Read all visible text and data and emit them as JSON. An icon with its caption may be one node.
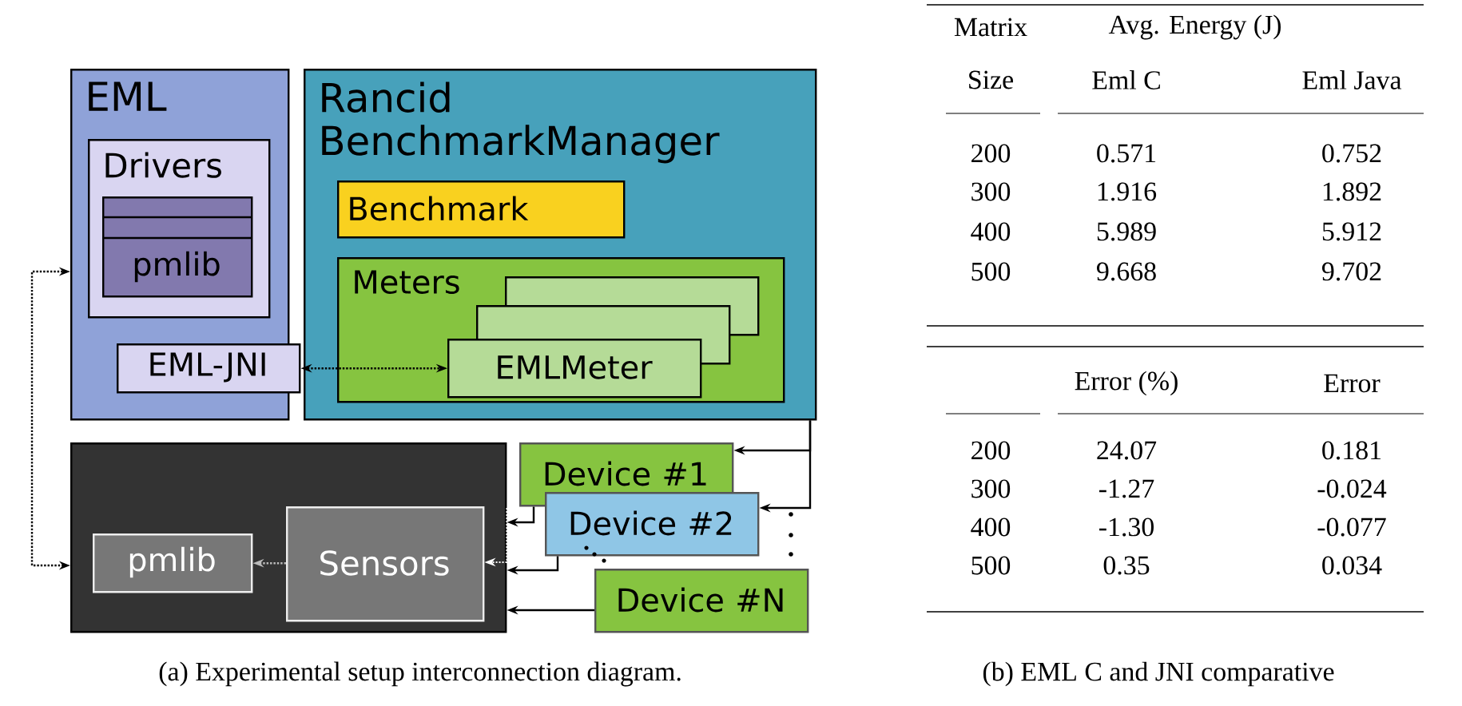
{
  "diagram": {
    "caption": "(a) Experimental setup interconnection diagram.",
    "nodes": [
      {
        "text": [
          "EML"
        ]
      },
      {
        "text": [
          "Drivers"
        ],
        "in": 0
      },
      {
        "text": [
          "pmlib"
        ],
        "in": 1
      },
      {
        "text": [
          "EML-JNI"
        ]
      },
      {
        "text": [
          "Rancid BenchmarkManager"
        ]
      },
      {
        "text": [
          "Benchmark"
        ],
        "in": 4
      },
      {
        "text": [
          "Meters"
        ],
        "in": 4
      },
      {
        "text": [],
        "shape": "box",
        "in": 6
      },
      {
        "text": [],
        "shape": "box",
        "in": 6
      },
      {
        "text": [
          "EMLMeter"
        ],
        "in": 6
      },
      {
        "text": [],
        "shape": "box"
      },
      {
        "text": [
          "pmlib"
        ],
        "in": 10
      },
      {
        "text": [
          "Sensors"
        ],
        "in": 10
      },
      {
        "text": [
          "Device #1"
        ]
      },
      {
        "text": [
          "Device #2"
        ]
      },
      {
        "text": [
          "Device #N"
        ]
      }
    ],
    "edges": [
      {
        "from": 3,
        "to": 9,
        "arrow": "both",
        "style": "dashed"
      },
      {
        "from": 10,
        "to": 0,
        "arrow": "both",
        "style": "dashed"
      },
      {
        "from": 12,
        "to": 11,
        "arrow": "to",
        "style": "dashed",
        "color": "#bbbbbb"
      },
      {
        "from": 10,
        "to": 12,
        "arrow": "to",
        "style": "dashed",
        "color": "#ffffff"
      },
      {
        "from": 4,
        "to": 13,
        "arrow": "to"
      },
      {
        "from": 4,
        "to": 14,
        "arrow": "to"
      },
      {
        "from": 13,
        "to": 10,
        "arrow": "to"
      },
      {
        "from": 14,
        "to": 10,
        "arrow": "to"
      },
      {
        "from": 15,
        "to": 10,
        "arrow": "to"
      }
    ],
    "labels": [
      "Matrix",
      "Avg. Energy (J)",
      "Size",
      "Eml C",
      "Eml Java",
      "200",
      "0.571",
      "0.752",
      "300",
      "1.916",
      "1.892",
      "400",
      "5.989",
      "5.912",
      "500",
      "9.668",
      "9.702",
      "Error (%)",
      "Error",
      "200",
      "24.07",
      "0.181",
      "300",
      "-1.27",
      "-0.024",
      "400",
      "-1.30",
      "-0.077",
      "500",
      "0.35",
      "0.034",
      "(b) EML C and JNI comparative"
    ]
  }
}
